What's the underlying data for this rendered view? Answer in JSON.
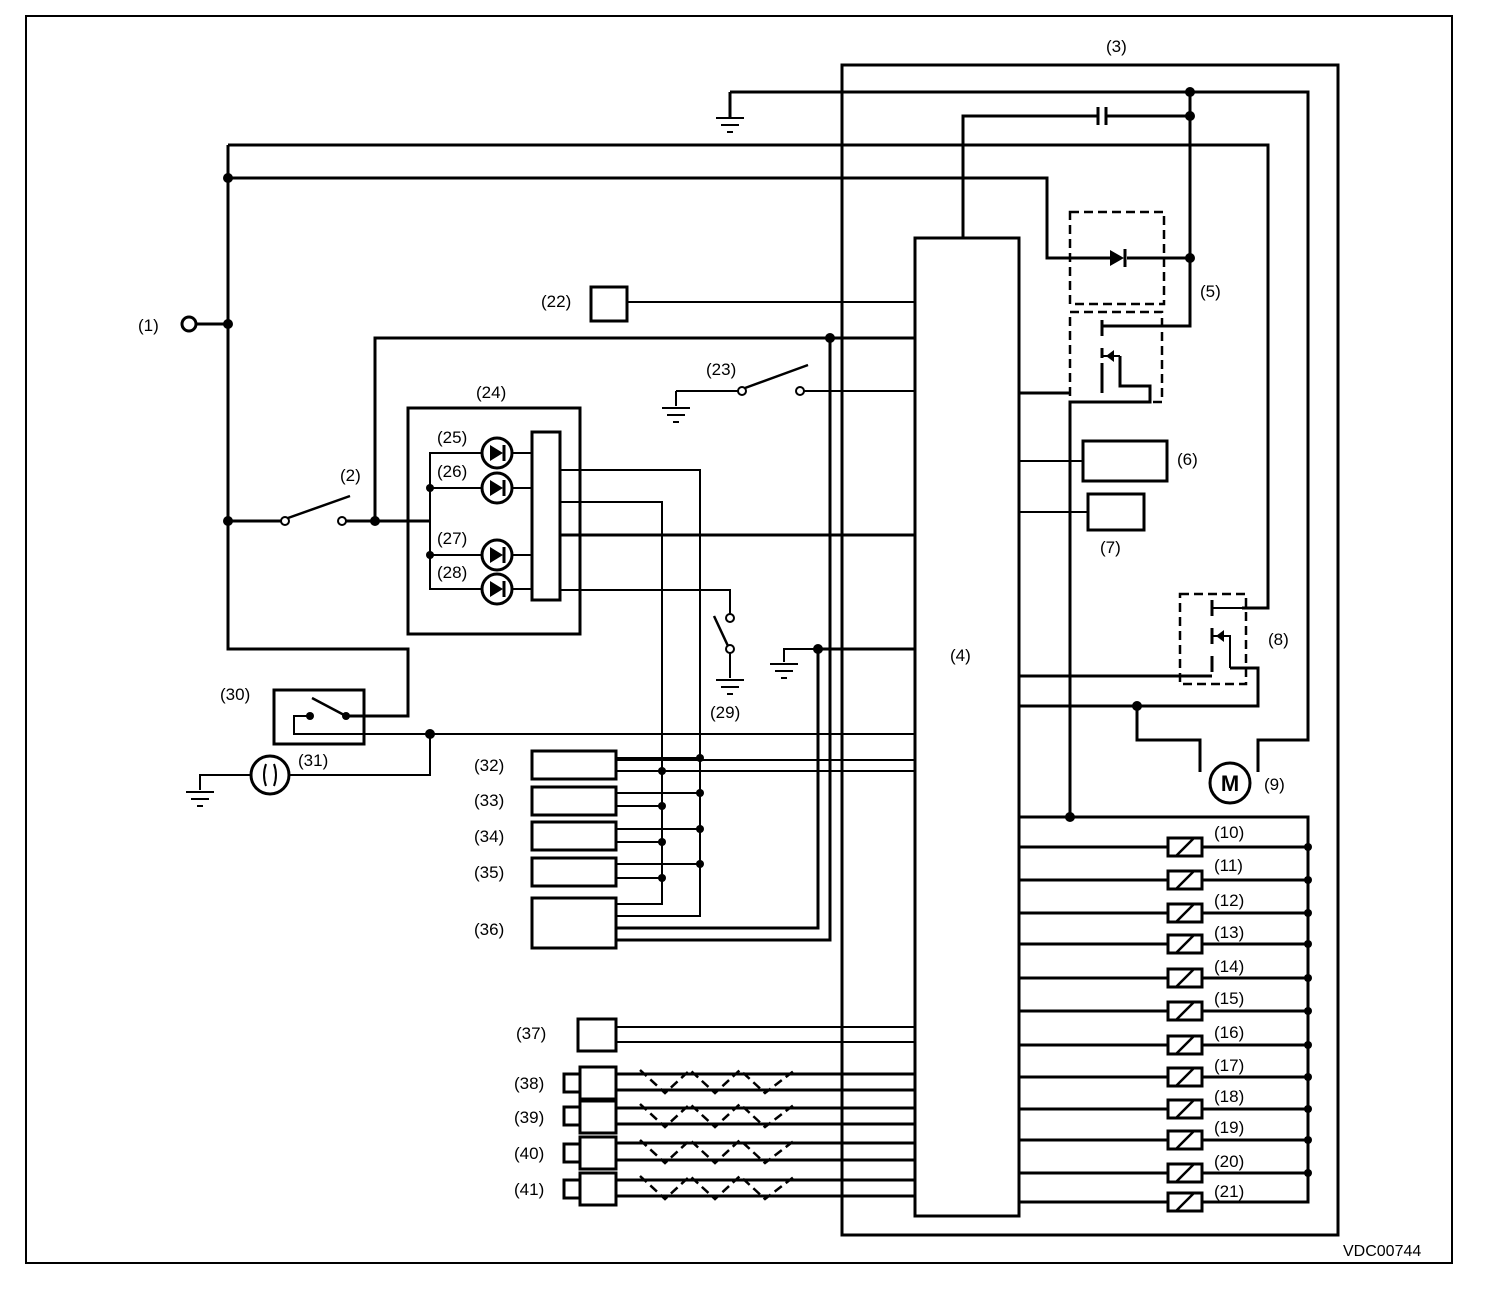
{
  "diagram": {
    "code": "VDC00744",
    "labels": {
      "n1": "(1)",
      "n2": "(2)",
      "n3": "(3)",
      "n4": "(4)",
      "n5": "(5)",
      "n6": "(6)",
      "n7": "(7)",
      "n8": "(8)",
      "n9": "(9)",
      "n10": "(10)",
      "n11": "(11)",
      "n12": "(12)",
      "n13": "(13)",
      "n14": "(14)",
      "n15": "(15)",
      "n16": "(16)",
      "n17": "(17)",
      "n18": "(18)",
      "n19": "(19)",
      "n20": "(20)",
      "n21": "(21)",
      "n22": "(22)",
      "n23": "(23)",
      "n24": "(24)",
      "n25": "(25)",
      "n26": "(26)",
      "n27": "(27)",
      "n28": "(28)",
      "n29": "(29)",
      "n30": "(30)",
      "n31": "(31)",
      "n32": "(32)",
      "n33": "(33)",
      "n34": "(34)",
      "n35": "(35)",
      "n36": "(36)",
      "n37": "(37)",
      "n38": "(38)",
      "n39": "(39)",
      "n40": "(40)",
      "n41": "(41)"
    },
    "motor_symbol": "M"
  }
}
